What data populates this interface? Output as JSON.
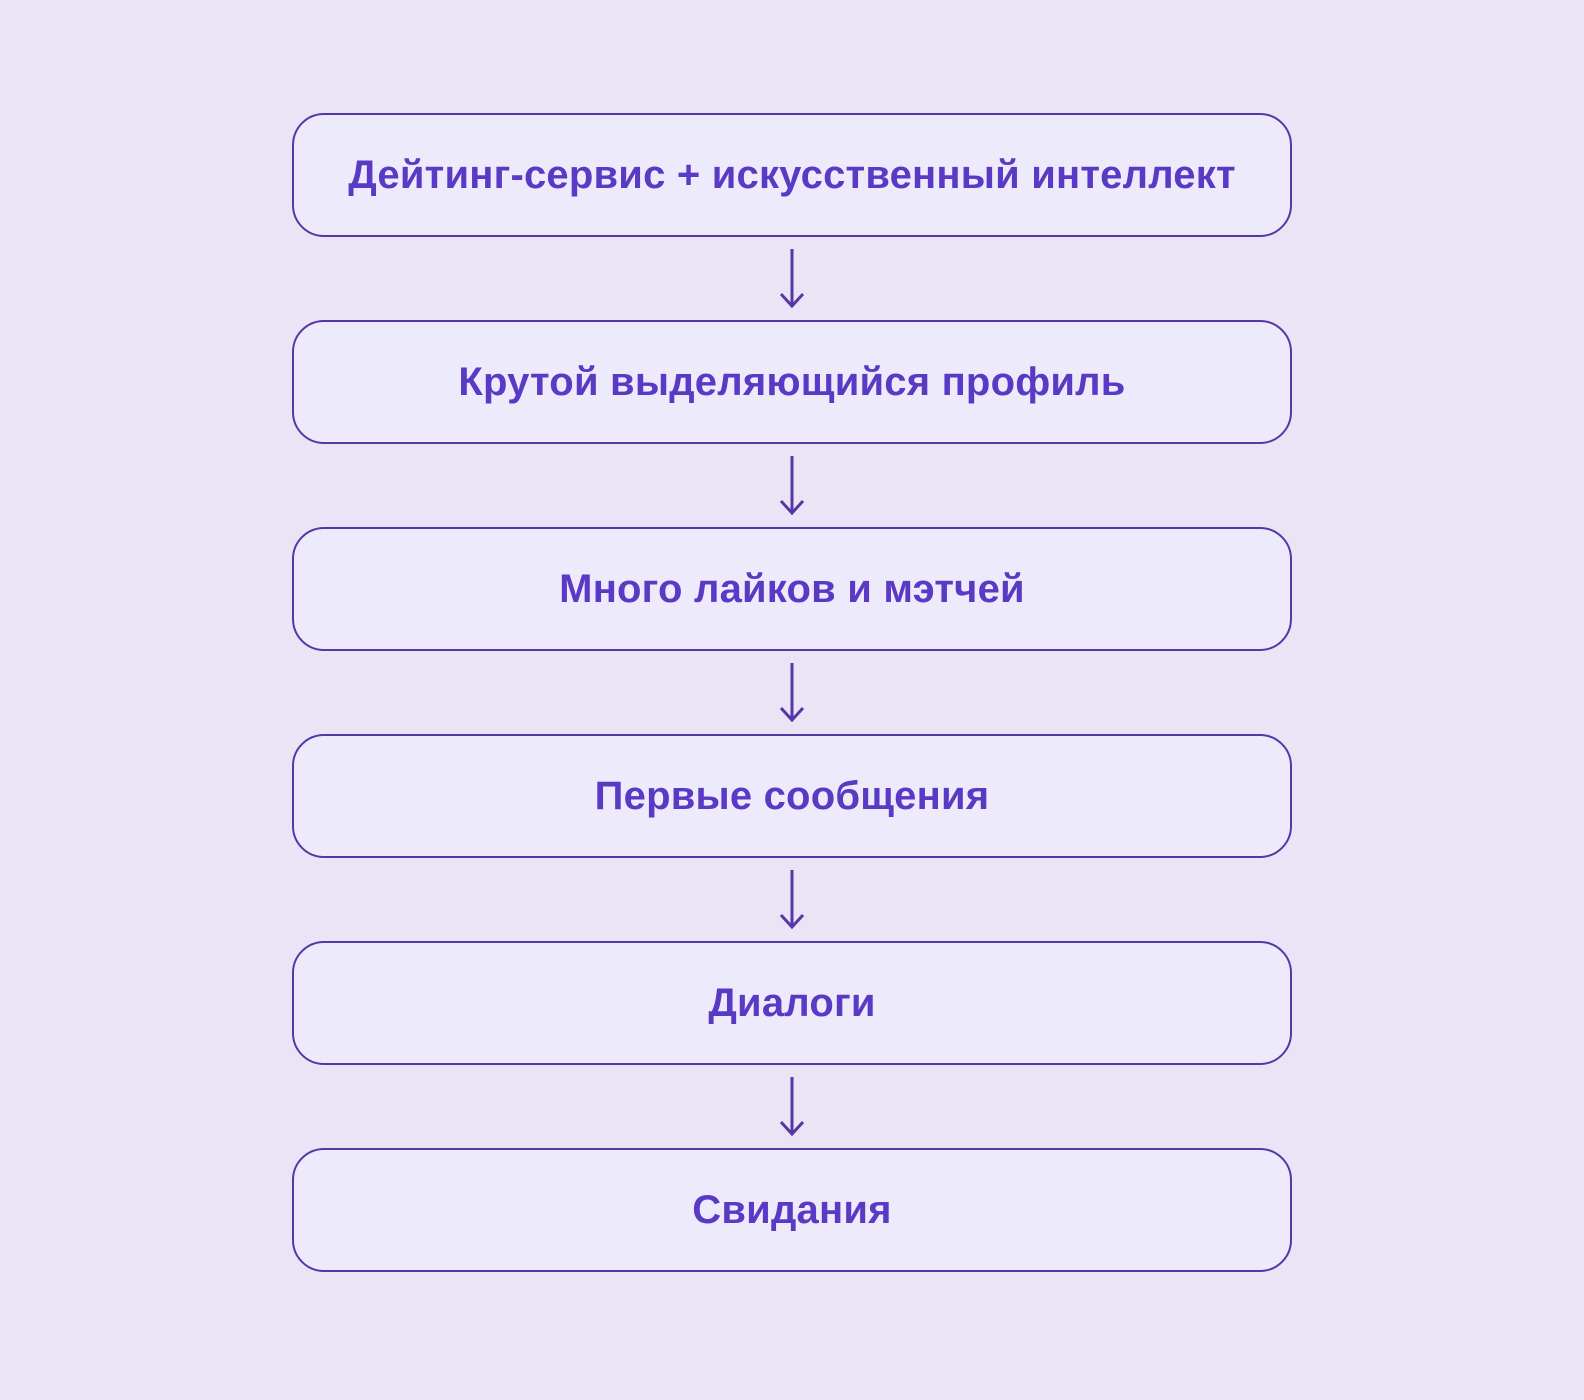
{
  "diagram": {
    "type": "flowchart",
    "direction": "top-to-bottom",
    "steps": [
      {
        "label": "Дейтинг-сервис + искусственный интеллект"
      },
      {
        "label": "Крутой выделяющийся профиль"
      },
      {
        "label": "Много лайков и мэтчей"
      },
      {
        "label": "Первые сообщения"
      },
      {
        "label": "Диалоги"
      },
      {
        "label": "Свидания"
      }
    ],
    "connectors": [
      {
        "from": 0,
        "to": 1,
        "style": "arrow-down"
      },
      {
        "from": 1,
        "to": 2,
        "style": "arrow-down"
      },
      {
        "from": 2,
        "to": 3,
        "style": "arrow-down"
      },
      {
        "from": 3,
        "to": 4,
        "style": "arrow-down"
      },
      {
        "from": 4,
        "to": 5,
        "style": "arrow-down"
      }
    ],
    "colors": {
      "background": "#e9e5f7",
      "box_fill": "#edebfb",
      "box_border": "#5537a6",
      "text": "#5a39c4",
      "arrow": "#5537a6"
    }
  }
}
